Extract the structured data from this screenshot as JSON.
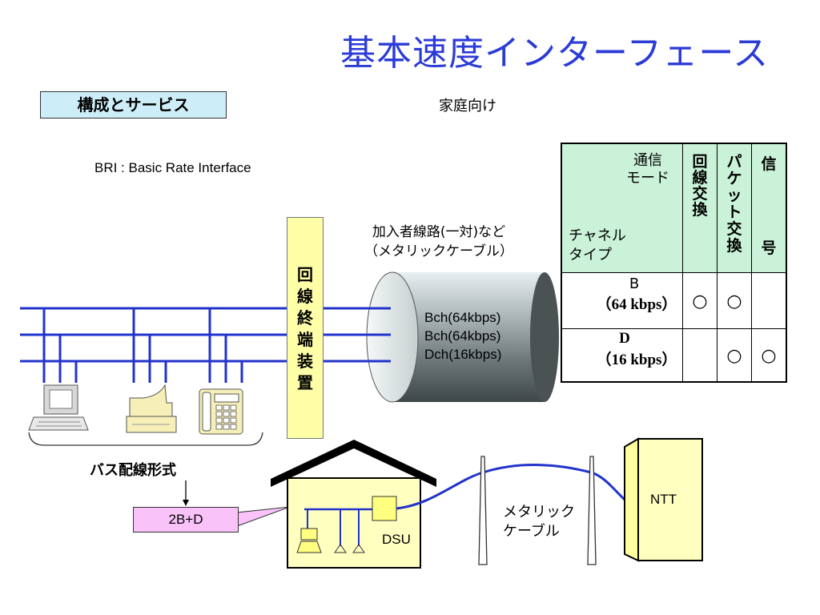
{
  "title": "基本速度インターフェース",
  "section_label": "構成とサービス",
  "home_label": "家庭向け",
  "bri_label": "BRI : Basic Rate Interface",
  "line_label_1": "加入者線路(一対)など",
  "line_label_2": "（メタリックケーブル）",
  "ntu_chars": [
    "回",
    "線",
    "終",
    "端",
    "装",
    "置"
  ],
  "channels": [
    "Bch(64kbps)",
    "Bch(64kbps)",
    "Dch(16kbps)"
  ],
  "bus_label": "バス配線形式",
  "bus_config": "2B+D",
  "dsu_label": "DSU",
  "metal_cable_1": "メタリック",
  "metal_cable_2": "ケーブル",
  "ntt_label": "NTT",
  "table": {
    "header_mode_1": "通信",
    "header_mode_2": "モード",
    "header_type_1": "チャネル",
    "header_type_2": "タイプ",
    "col_circuit": [
      "回",
      "線",
      "交",
      "換"
    ],
    "col_packet": [
      "パ",
      "ケ",
      "ッ",
      "ト",
      "交",
      "換"
    ],
    "col_signal_top": "信",
    "col_signal_bottom": "号",
    "row_b_name": "B",
    "row_b_rate": "（64 kbps）",
    "row_d_name": "D",
    "row_d_rate": "（16 kbps）",
    "mark": "○"
  },
  "colors": {
    "title": "#2b3bd6",
    "bus_line": "#2233cc",
    "ntu_fill": "#ffffa8",
    "section_fill": "#cdeef8",
    "config_fill": "#f9c3f9",
    "table_header_fill": "#c9f2d8"
  },
  "icons": [
    "computer-icon",
    "fax-icon",
    "telephone-icon",
    "house-icon",
    "utility-pole-icon",
    "ntt-building-icon",
    "cable-cylinder-icon"
  ]
}
